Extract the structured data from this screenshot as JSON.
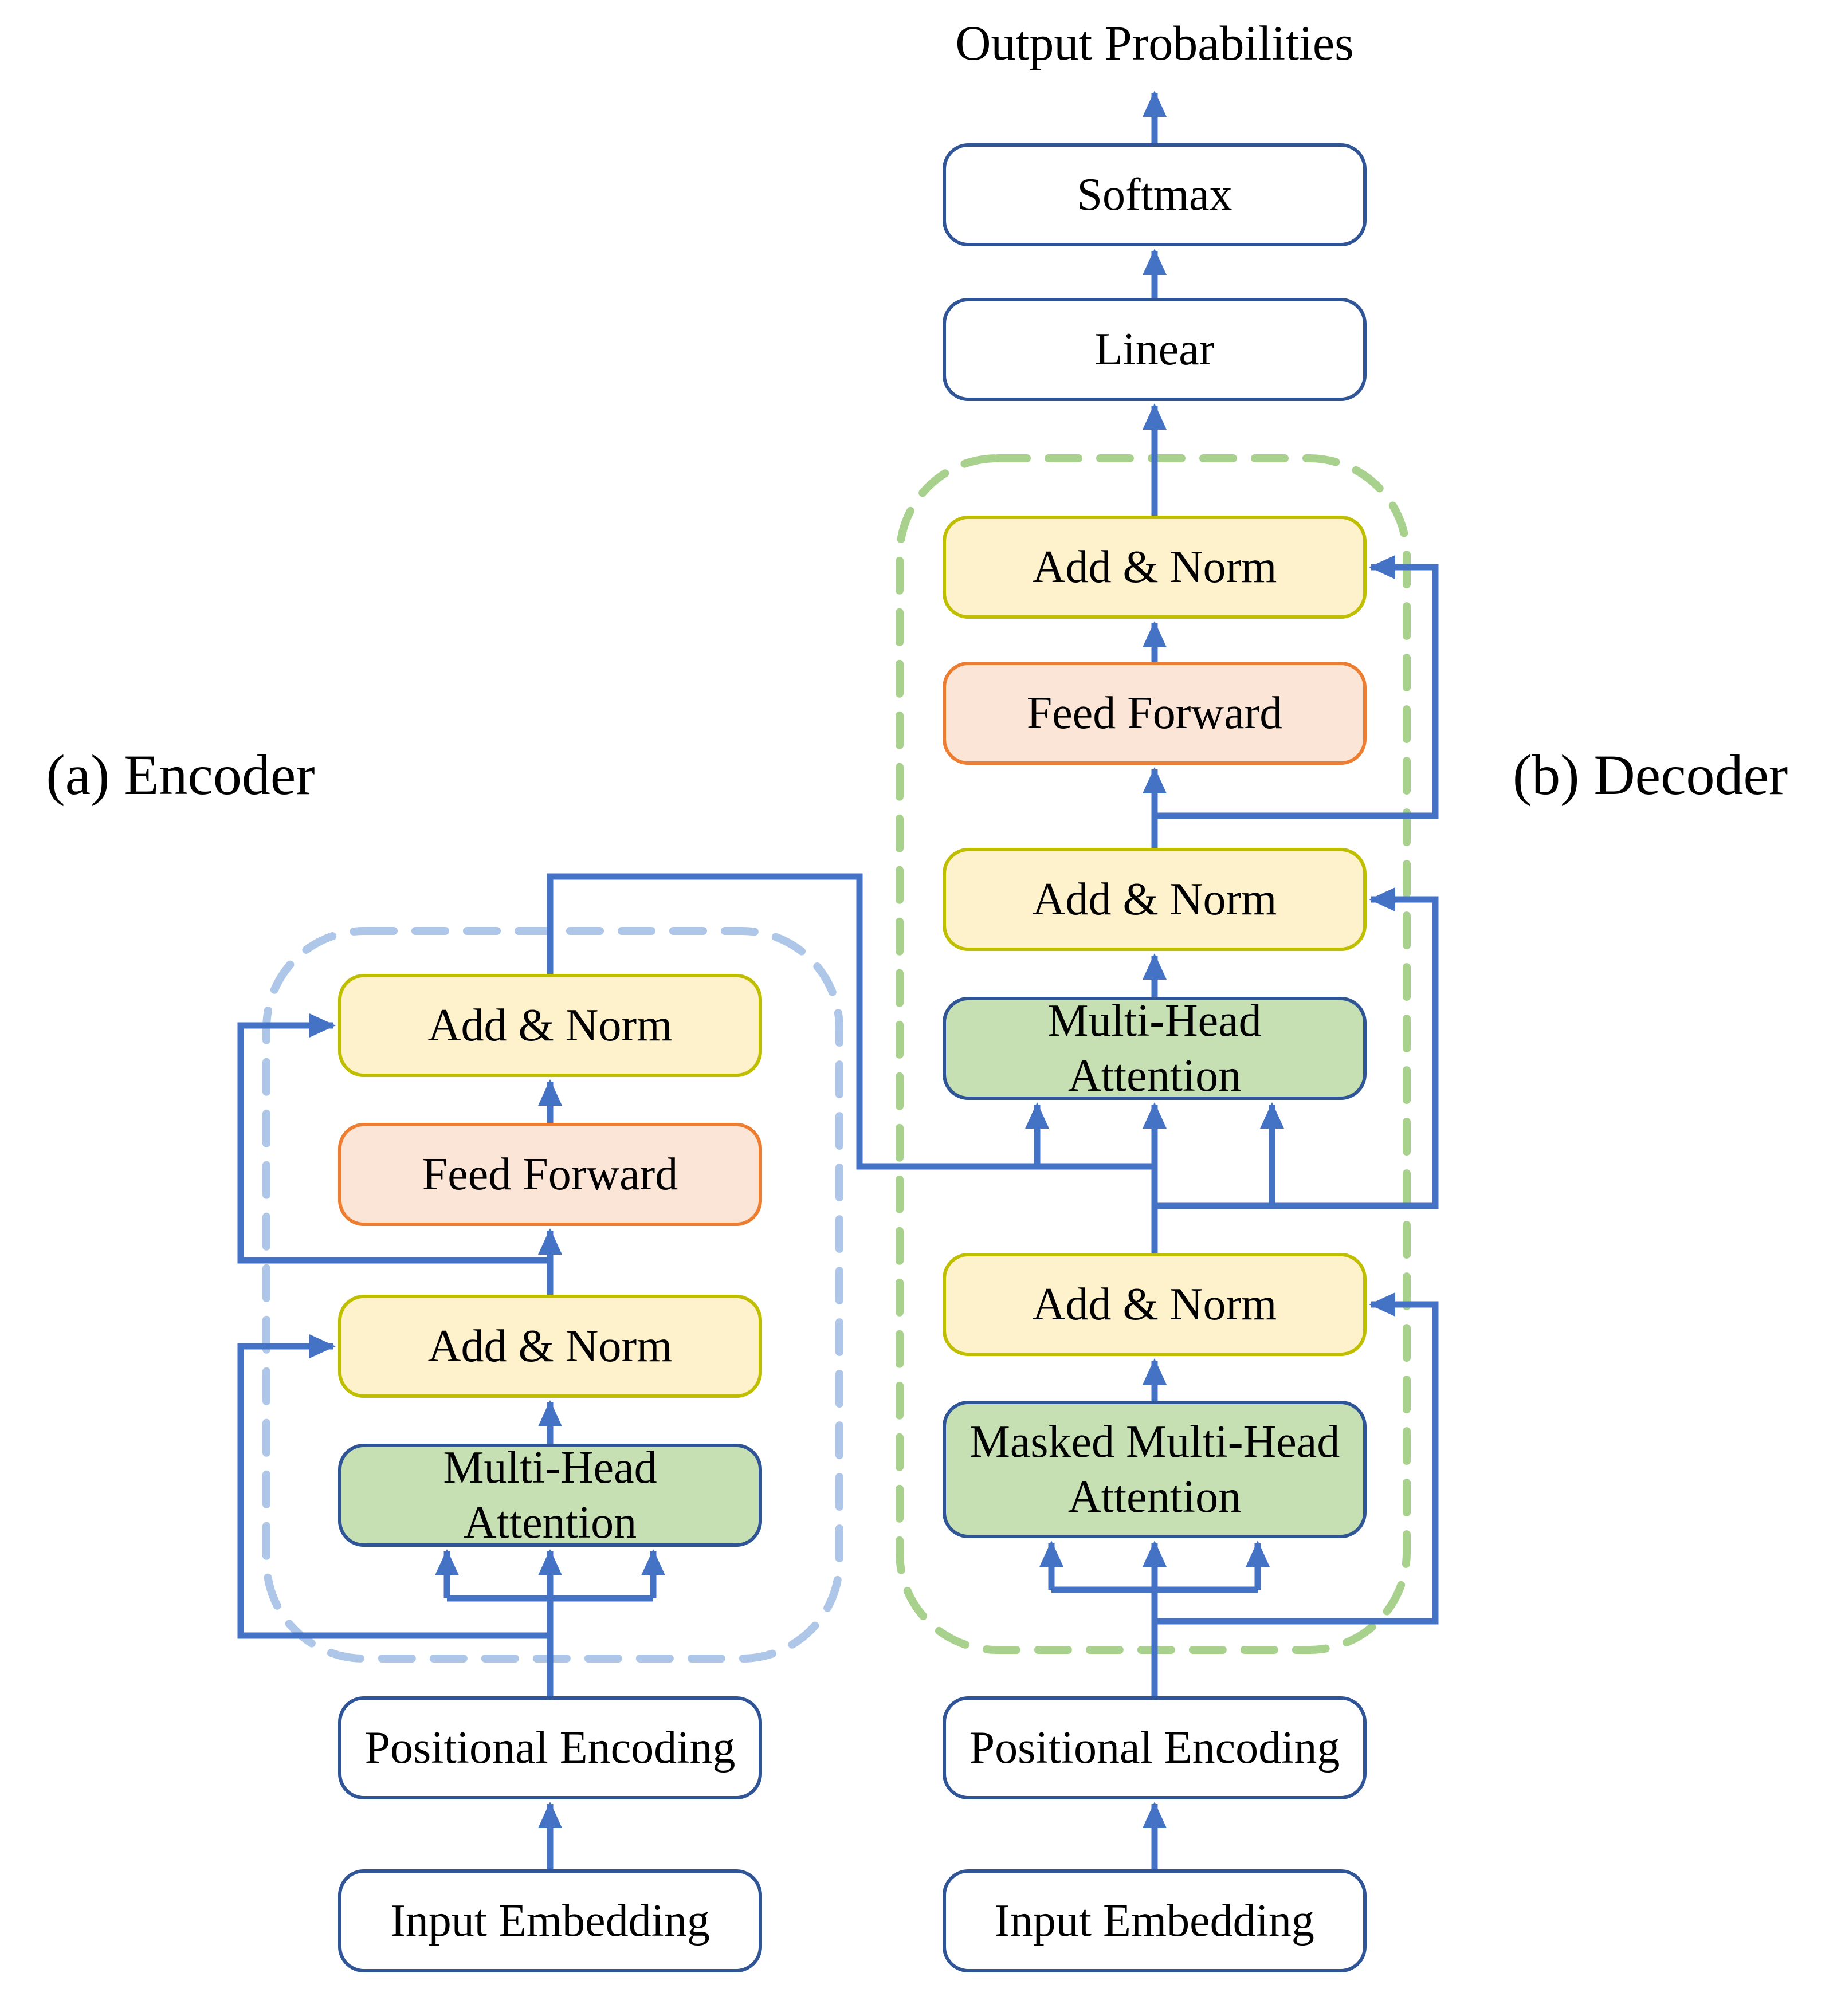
{
  "title": "Output Probabilities",
  "encoder": {
    "caption": "(a) Encoder",
    "blocks": [
      "Add & Norm",
      "Feed Forward",
      "Add & Norm",
      "Multi-Head Attention",
      "Positional Encoding",
      "Input Embedding"
    ]
  },
  "decoder": {
    "caption": "(b) Decoder",
    "blocks": [
      "Softmax",
      "Linear",
      "Add & Norm",
      "Feed Forward",
      "Add & Norm",
      "Multi-Head Attention",
      "Add & Norm",
      "Masked Multi-Head Attention",
      "Positional Encoding",
      "Input Embedding"
    ]
  },
  "colors": {
    "arrow": "#4472C4",
    "add_norm_fill": "#FDF2CC",
    "add_norm_border": "#BFBE00",
    "feed_forward_fill": "#FBE5D6",
    "feed_forward_border": "#ED7D31",
    "attention_fill": "#C6E0B4",
    "attention_border": "#2F5597",
    "io_fill": "#FFFFFF",
    "io_border": "#2F5597",
    "encoder_boundary": "#AEC6E8",
    "decoder_boundary": "#A9D18E"
  }
}
